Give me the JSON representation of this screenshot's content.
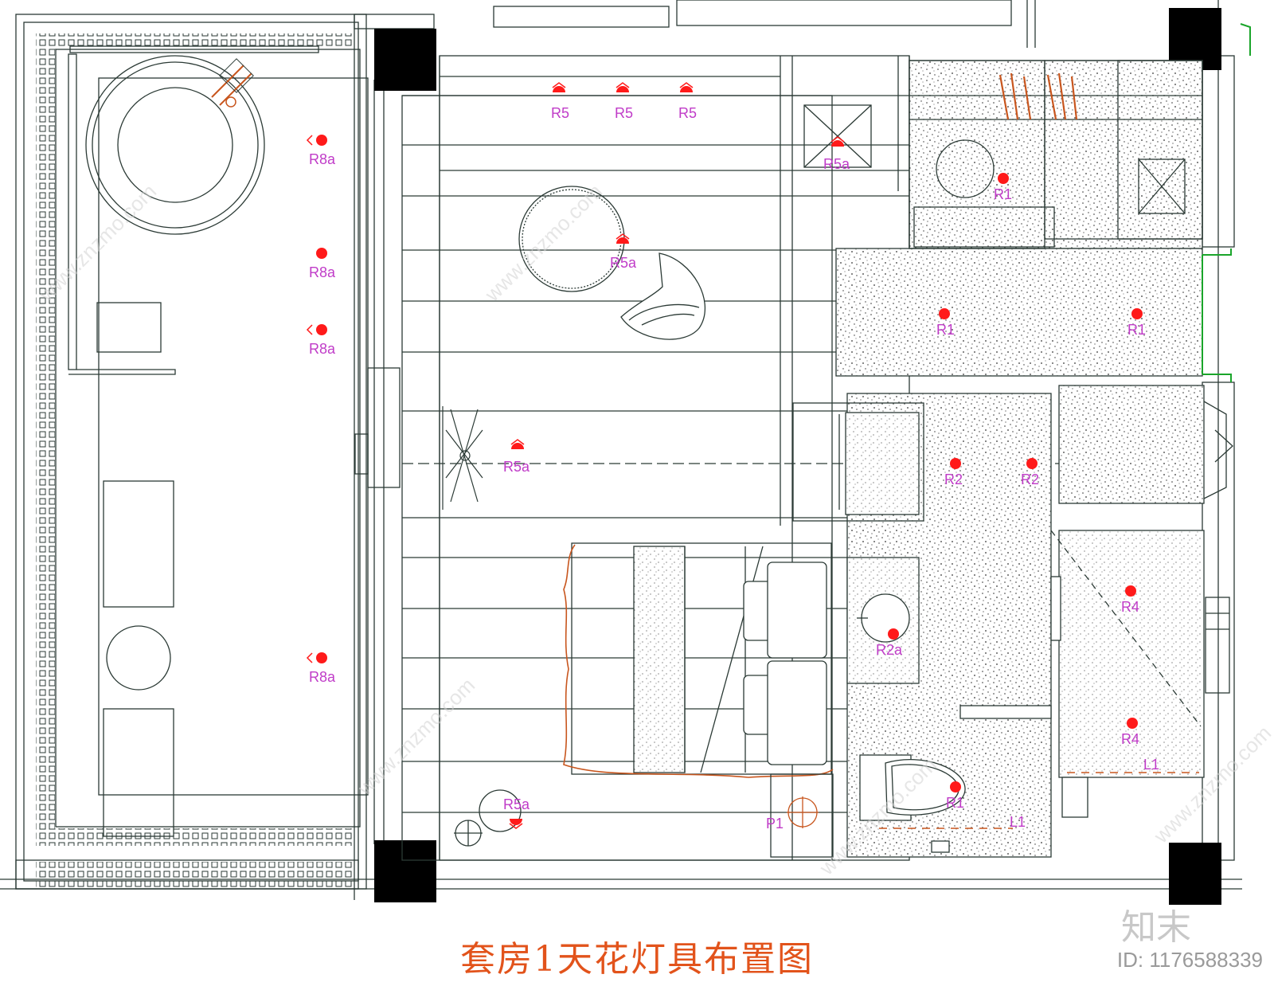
{
  "drawing": {
    "title": "套房1天花灯具布置图",
    "watermark_logo": "知末",
    "watermark_id": "ID: 1176588339",
    "watermark_text": "www.znzmo.com"
  },
  "lights": [
    {
      "id": "r8a-1",
      "label": "R8a",
      "kind": "dot-arrow"
    },
    {
      "id": "r8a-2",
      "label": "R8a",
      "kind": "dot"
    },
    {
      "id": "r8a-3",
      "label": "R8a",
      "kind": "dot-arrow"
    },
    {
      "id": "r8a-4",
      "label": "R8a",
      "kind": "dot-arrow"
    },
    {
      "id": "r5-1",
      "label": "R5",
      "kind": "spot"
    },
    {
      "id": "r5-2",
      "label": "R5",
      "kind": "spot"
    },
    {
      "id": "r5-3",
      "label": "R5",
      "kind": "spot"
    },
    {
      "id": "r5a-1",
      "label": "R5a",
      "kind": "spot"
    },
    {
      "id": "r5a-2",
      "label": "R5a",
      "kind": "spot"
    },
    {
      "id": "r5a-3",
      "label": "R5a",
      "kind": "spot"
    },
    {
      "id": "r5a-4",
      "label": "R5a",
      "kind": "spot-down"
    },
    {
      "id": "r1-1",
      "label": "R1",
      "kind": "dot"
    },
    {
      "id": "r1-2",
      "label": "R1",
      "kind": "dot"
    },
    {
      "id": "r1-3",
      "label": "R1",
      "kind": "dot"
    },
    {
      "id": "r1-4",
      "label": "R1",
      "kind": "dot"
    },
    {
      "id": "r2-1",
      "label": "R2",
      "kind": "dot"
    },
    {
      "id": "r2-2",
      "label": "R2",
      "kind": "dot"
    },
    {
      "id": "r2a-1",
      "label": "R2a",
      "kind": "dot"
    },
    {
      "id": "r4-1",
      "label": "R4",
      "kind": "dot"
    },
    {
      "id": "r4-2",
      "label": "R4",
      "kind": "dot"
    },
    {
      "id": "l1-1",
      "label": "L1",
      "kind": "line"
    },
    {
      "id": "l1-2",
      "label": "L1",
      "kind": "line"
    },
    {
      "id": "p1-1",
      "label": "P1",
      "kind": "fan"
    }
  ],
  "colors": {
    "line": "#2b3a35",
    "light": "#ff1a1a",
    "label": "#c03cc8",
    "title": "#e2531b",
    "furniture": "#c8561e",
    "hatch": "#3a3a3a",
    "green": "#1aa52a"
  }
}
